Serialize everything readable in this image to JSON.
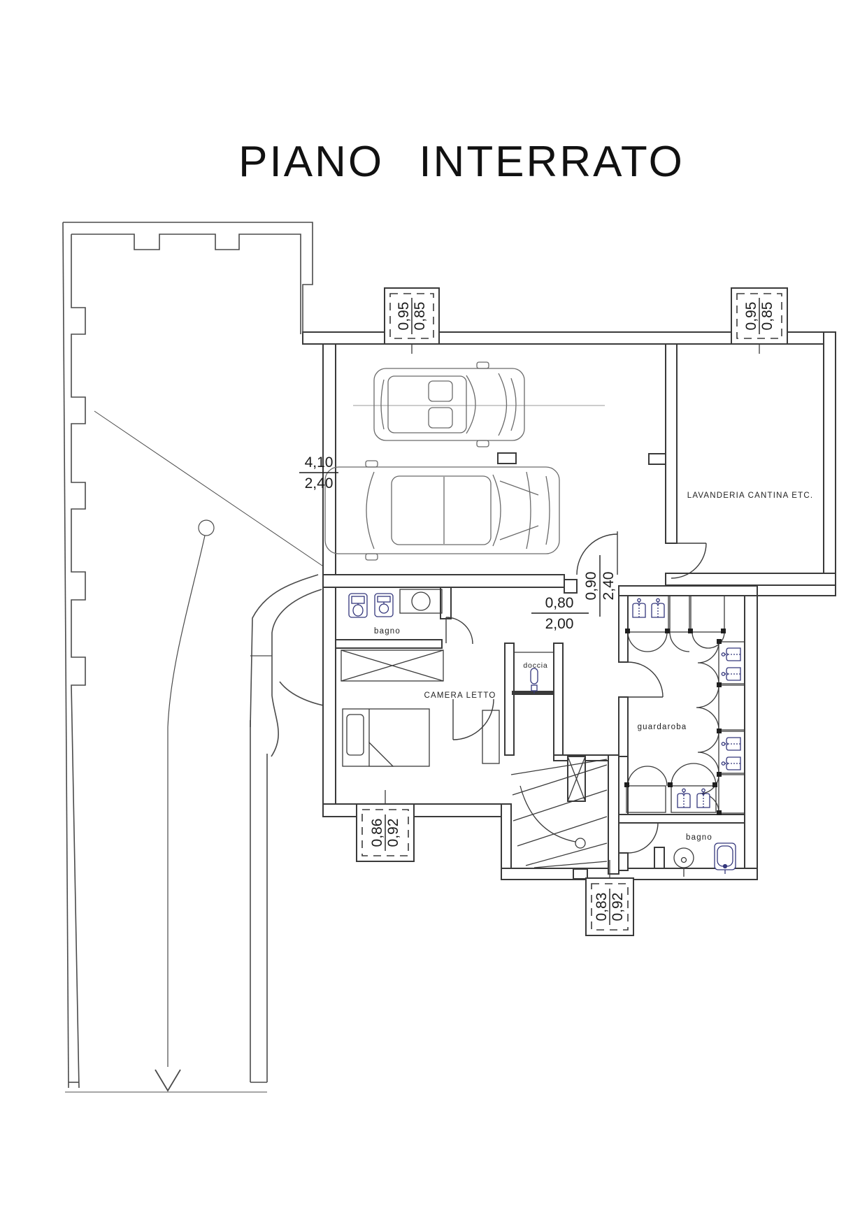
{
  "title": "PIANO  INTERRATO",
  "rooms": {
    "laundry": "LAVANDERIA CANTINA ETC.",
    "bedroom": "CAMERA LETTO",
    "bathroom_upper": "bagno",
    "shower": "doccia",
    "wardrobe": "guardaroba",
    "bathroom_lower": "bagno"
  },
  "dimensions": {
    "window_top_left": {
      "width": "0,95",
      "height": "0,85"
    },
    "window_top_right": {
      "width": "0,95",
      "height": "0,85"
    },
    "garage_entrance": {
      "width": "4,10",
      "height": "2,40"
    },
    "garage_hall_door": {
      "width": "0,90",
      "height": "2,40"
    },
    "hall_door": {
      "width": "0,80",
      "height": "2,00"
    },
    "bedroom_window": {
      "width": "0,86",
      "height": "0,92"
    },
    "stair_window": {
      "width": "0,83",
      "height": "0,92"
    }
  },
  "colors": {
    "wall_line": "#3a3a3a",
    "fixture_line": "#34377c",
    "background": "#ffffff",
    "text": "#1a1a1a"
  }
}
